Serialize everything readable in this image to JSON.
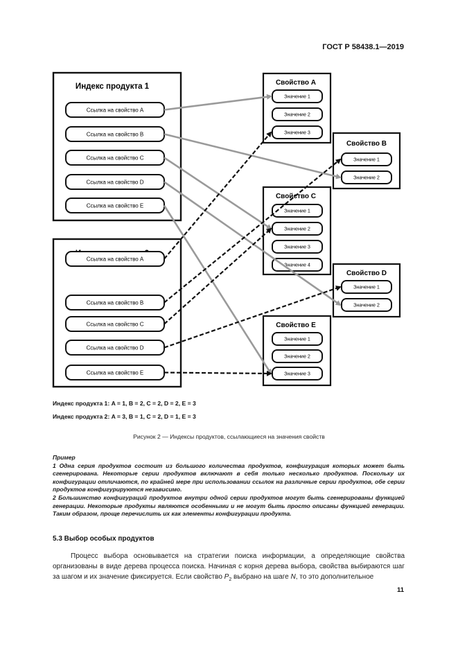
{
  "header": {
    "standard": "ГОСТ Р 58438.1—2019"
  },
  "figure": {
    "index1": {
      "title": "Индекс продукта 1",
      "refs": [
        "Ссылка на свойство A",
        "Ссылка на свойство B",
        "Ссылка на свойство C",
        "Ссылка на свойство D",
        "Ссылка на свойство E"
      ]
    },
    "index2": {
      "title": "Индекс продукта 2",
      "refs": [
        "Ссылка на свойство A",
        "Ссылка на свойство B",
        "Ссылка на свойство C",
        "Ссылка на свойство D",
        "Ссылка на свойство E"
      ]
    },
    "propA": {
      "title": "Свойство A",
      "values": [
        "Значение 1",
        "Значение 2",
        "Значение 3"
      ]
    },
    "propB": {
      "title": "Свойство B",
      "values": [
        "Значение 1",
        "Значение 2"
      ]
    },
    "propC": {
      "title": "Свойство C",
      "values": [
        "Значение 1",
        "Значение 2",
        "Значение 3",
        "Значение 4"
      ]
    },
    "propD": {
      "title": "Свойство D",
      "values": [
        "Значение 1",
        "Значение 2"
      ]
    },
    "propE": {
      "title": "Свойство E",
      "values": [
        "Значение 1",
        "Значение 2",
        "Значение 3"
      ]
    },
    "legend": {
      "line1": "Индекс продукта 1: A = 1, B = 2, C = 2, D = 2, E = 3",
      "line2": "Индекс продукта 2: A = 3, B = 1, C = 2, D = 1, E = 3"
    },
    "caption": "Рисунок 2 — Индексы продуктов, ссылающиеся на значения свойств"
  },
  "note": {
    "label": "Пример",
    "p1": "1 Одна серия продуктов состоит из большого количества продуктов, конфигурация которых может быть сгенерирована. Некоторые серии продуктов включают в себя только несколько продуктов. Поскольку их конфигурации отличаются, по крайней мере при использовании ссылок на различные серии продуктов, обе серии продуктов конфигурируются независимо.",
    "p2": "2 Большинство конфигураций продуктов внутри одной серии продуктов могут быть сгенерированы функцией генерации. Некоторые продукты являются особенными и не могут быть просто описаны функцией генерации. Таким образом, проще перечислить их как элементы конфигурации продукта."
  },
  "section": {
    "heading": "5.3 Выбор особых продуктов"
  },
  "body": {
    "text_start": "Процесс выбора основывается на стратегии поиска информации, а определяющие свойства организованы в виде дерева процесса поиска. Начиная с корня дерева выбора, свойства выбираются шаг за шагом и их значение фиксируется. Если свойство ",
    "p_symbol": "P",
    "p_subscript": "2",
    "text_mid": " выбрано на шаге ",
    "n_symbol": "N",
    "text_end": ", то это дополнительное"
  },
  "page_number": "11"
}
